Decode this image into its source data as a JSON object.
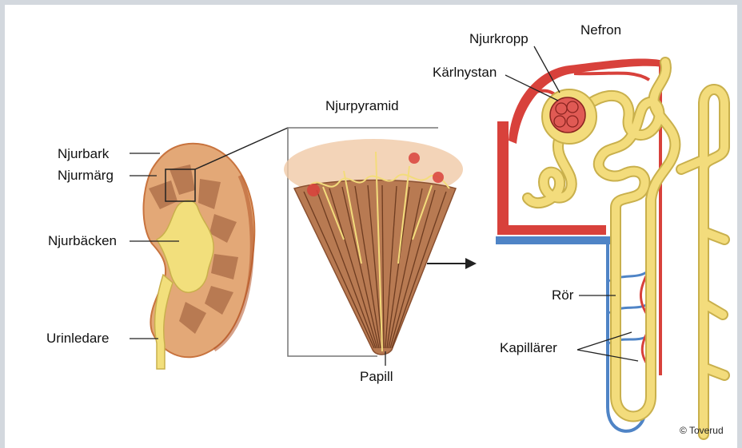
{
  "colors": {
    "cortex": "#e3a877",
    "cortex_dark": "#c8733e",
    "medulla": "#b87a52",
    "pelvis": "#f2df7c",
    "tubule": "#f3dc7c",
    "tubule_edge": "#c9b04c",
    "artery": "#d8413b",
    "vein": "#4f84c6",
    "line": "#222222"
  },
  "labels": {
    "njurbark": "Njurbark",
    "njurmarg": "Njurmärg",
    "njurbacken": "Njurbäcken",
    "urinledare": "Urinledare",
    "njurpyramid": "Njurpyramid",
    "papill": "Papill",
    "njurkropp": "Njurkropp",
    "nefron": "Nefron",
    "karlnystan": "Kärlnystan",
    "ror": "Rör",
    "kapillarer": "Kapillärer"
  },
  "copyright": "© Toverud"
}
